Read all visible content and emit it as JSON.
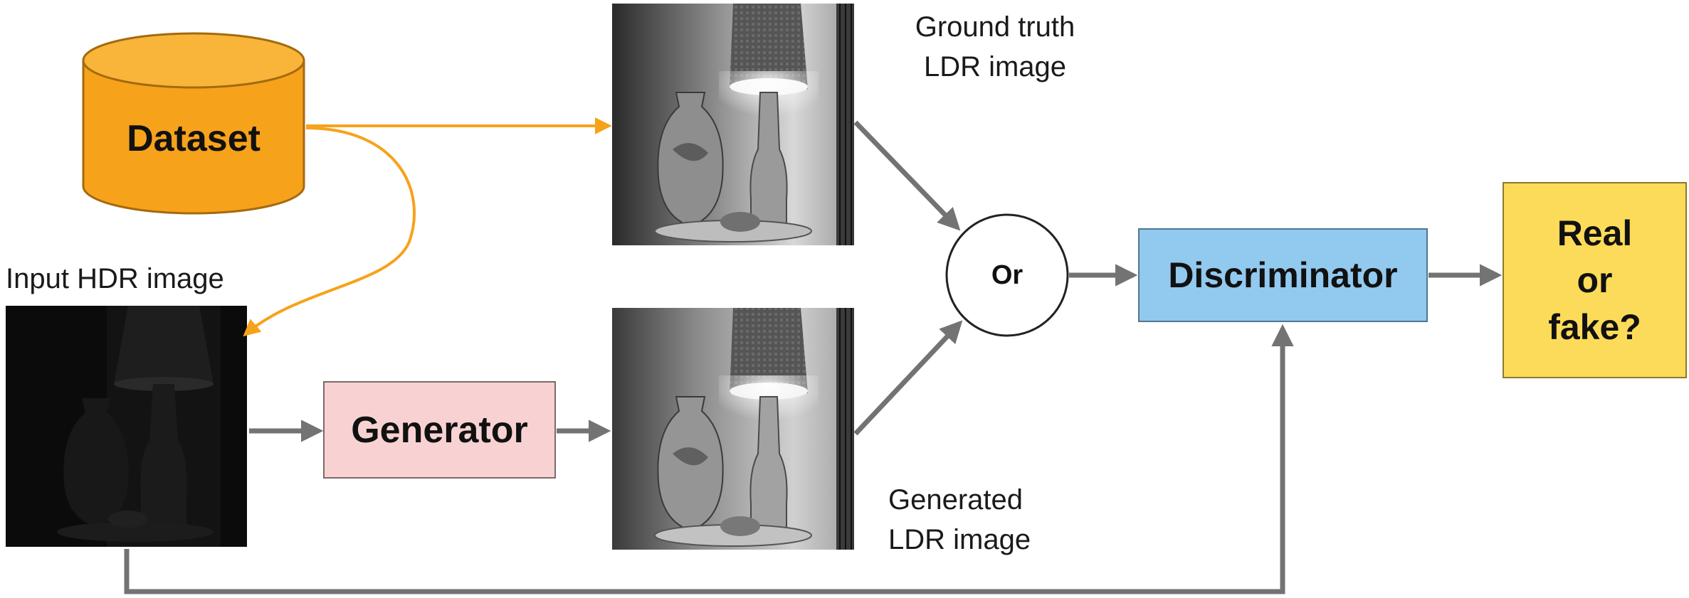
{
  "nodes": {
    "dataset": {
      "label": "Dataset",
      "color": "#F7A21B"
    },
    "generator": {
      "label": "Generator",
      "color": "#F8D2D2"
    },
    "or_node": {
      "label": "Or"
    },
    "discriminator": {
      "label": "Discriminator",
      "color": "#92C9EF"
    },
    "output": {
      "label": "Real\nor\nfake?",
      "color": "#FDDB5A"
    }
  },
  "images": {
    "input_hdr": {
      "caption": "Input HDR image"
    },
    "ground_truth": {
      "caption": "Ground truth\nLDR image"
    },
    "generated": {
      "caption": "Generated\nLDR image"
    }
  },
  "colors": {
    "dataset_arrow": "#F7A21B",
    "flow_arrow": "#737373"
  }
}
